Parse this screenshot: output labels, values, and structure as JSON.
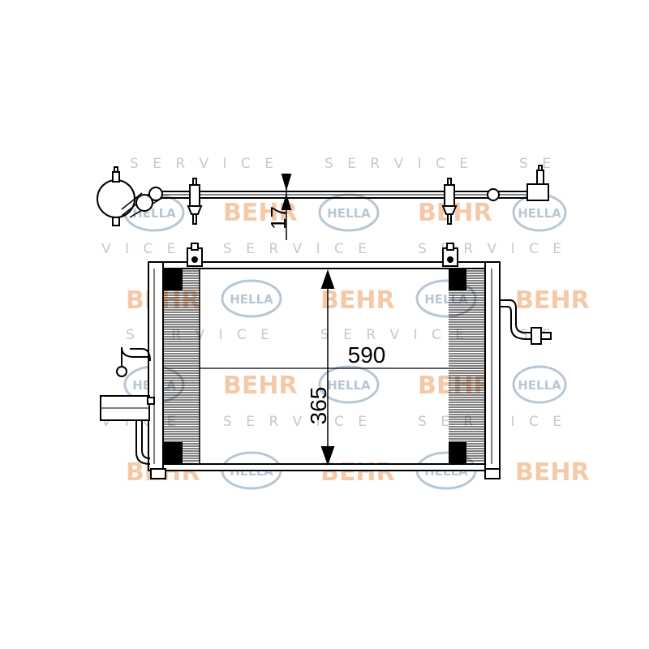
{
  "watermark": {
    "service_text": "S E R V I C E",
    "behr_text": "BEHR",
    "hella_text": "HELLA",
    "behr_color": "#f5c9a8",
    "hella_color": "#b8c7d6",
    "service_color": "#c8c8c8"
  },
  "dimensions": {
    "width_label": "590",
    "height_label": "365",
    "depth_label": "17"
  },
  "colors": {
    "line": "#000000",
    "background": "#ffffff"
  }
}
